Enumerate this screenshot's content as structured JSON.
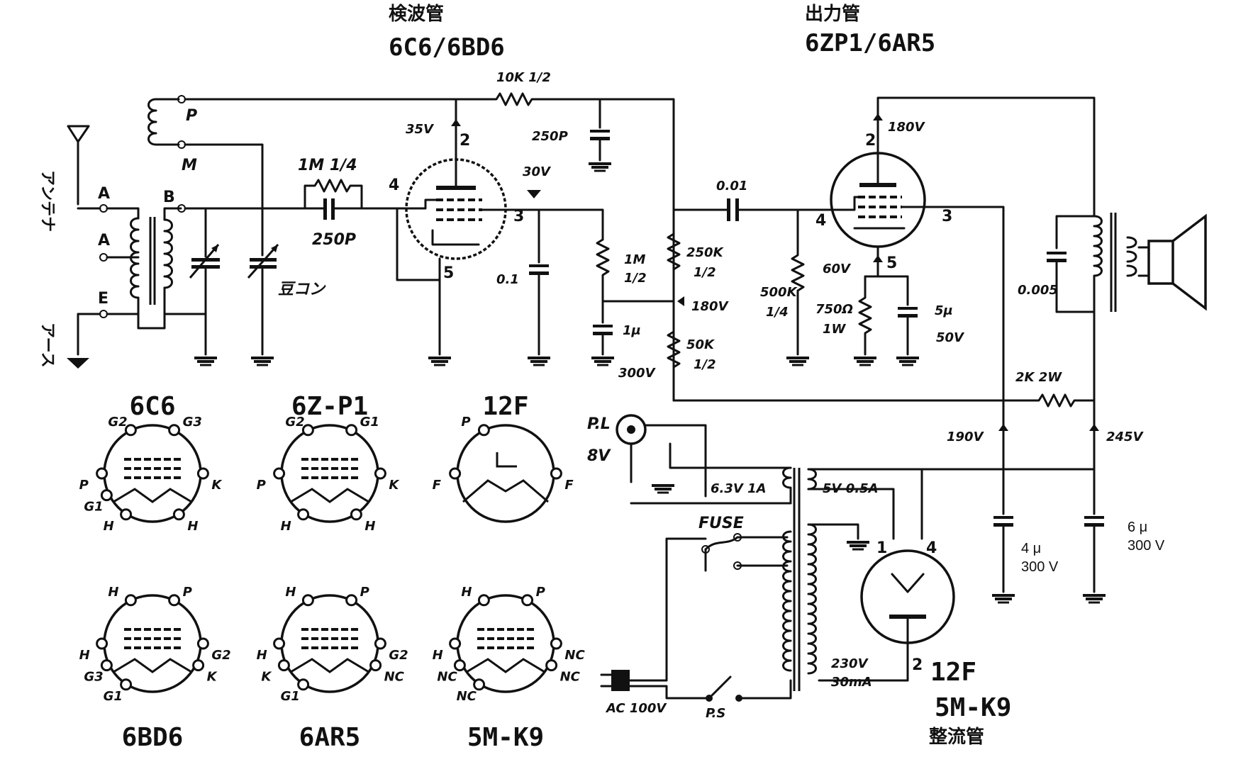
{
  "titles": {
    "detector_jp": "検波管",
    "detector_types": "6C6/6BD6",
    "output_jp": "出力管",
    "output_types": "6ZP1/6AR5",
    "rectifier_jp": "整流管",
    "rectifier_type": "5M-K9",
    "rectifier_alt": "12F"
  },
  "antenna": {
    "antenna_jp": "アンテナ",
    "earth_jp": "アース",
    "terminal_a1": "A",
    "terminal_a2": "A",
    "terminal_e": "E",
    "coil_b": "B",
    "coil_p": "P",
    "coil_m": "M",
    "vc_label": "豆コン"
  },
  "components": {
    "grid_leak_r": "1M  1/4",
    "grid_cap": "250P",
    "plate_r": "10K  1/2",
    "plate_cap": "250P",
    "v_35": "35V",
    "v_30": "30V",
    "bypass_01": "0.1",
    "r_1m": "1M",
    "r_1m_w": "1/2",
    "cap_1u": "1μ",
    "cap_1u_v": "300V",
    "r_250k": "250K",
    "r_250k_w": "1/2",
    "v_180a": "180V",
    "r_50k": "50K",
    "r_50k_w": "1/2",
    "coupling": "0.01",
    "r_500k": "500K",
    "r_500k_w": "1/4",
    "v_60": "60V",
    "r_750": "750Ω",
    "r_750_w": "1W",
    "cap_5u": "5μ",
    "cap_5u_v": "50V",
    "v_180b": "180V",
    "out_cap": "0.005",
    "r_2k": "2K  2W",
    "v_190": "190V",
    "v_245": "245V",
    "cap_4u": "4 μ",
    "cap_4u_v": "300 V",
    "cap_6u": "6 μ",
    "cap_6u_v": "300 V",
    "pl": "P.L",
    "pl_v": "8V",
    "heater_w": "6.3V 1A",
    "rect_w": "5V  0.5A",
    "fuse": "FUSE",
    "hv_w": "230V",
    "hv_i": "30mA",
    "ac": "AC 100V",
    "ps": "P.S",
    "pin_1": "1",
    "pin_4": "4",
    "pin_2": "2"
  },
  "tube_pins": {
    "det_2": "2",
    "det_3": "3",
    "det_4": "4",
    "det_5": "5",
    "out_2": "2",
    "out_3": "3",
    "out_4": "4",
    "out_5": "5"
  },
  "bases": [
    {
      "name": "6C6",
      "pins": {
        "tl": "G2",
        "tr": "G3",
        "l": "P",
        "r": "K",
        "bl1": "G1",
        "bl": "H",
        "br": "H"
      }
    },
    {
      "name": "6Z-P1",
      "pins": {
        "tl": "G2",
        "tr": "G1",
        "l": "P",
        "r": "K",
        "bl": "H",
        "br": "H"
      }
    },
    {
      "name": "12F",
      "pins": {
        "tl": "P",
        "l": "F",
        "r": "F"
      }
    },
    {
      "name": "6BD6",
      "pins": {
        "tl": "H",
        "tr": "P",
        "l": "H",
        "r": "G2",
        "l2": "G3",
        "r2": "K",
        "bl": "G1"
      }
    },
    {
      "name": "6AR5",
      "pins": {
        "tl": "H",
        "tr": "P",
        "l": "H",
        "r": "G2",
        "l2": "K",
        "r2": "NC",
        "bl": "G1"
      }
    },
    {
      "name": "5M-K9",
      "pins": {
        "tl": "H",
        "tr": "P",
        "l": "H",
        "r": "NC",
        "r2": "NC",
        "l2": "NC",
        "bl": "NC"
      }
    }
  ]
}
